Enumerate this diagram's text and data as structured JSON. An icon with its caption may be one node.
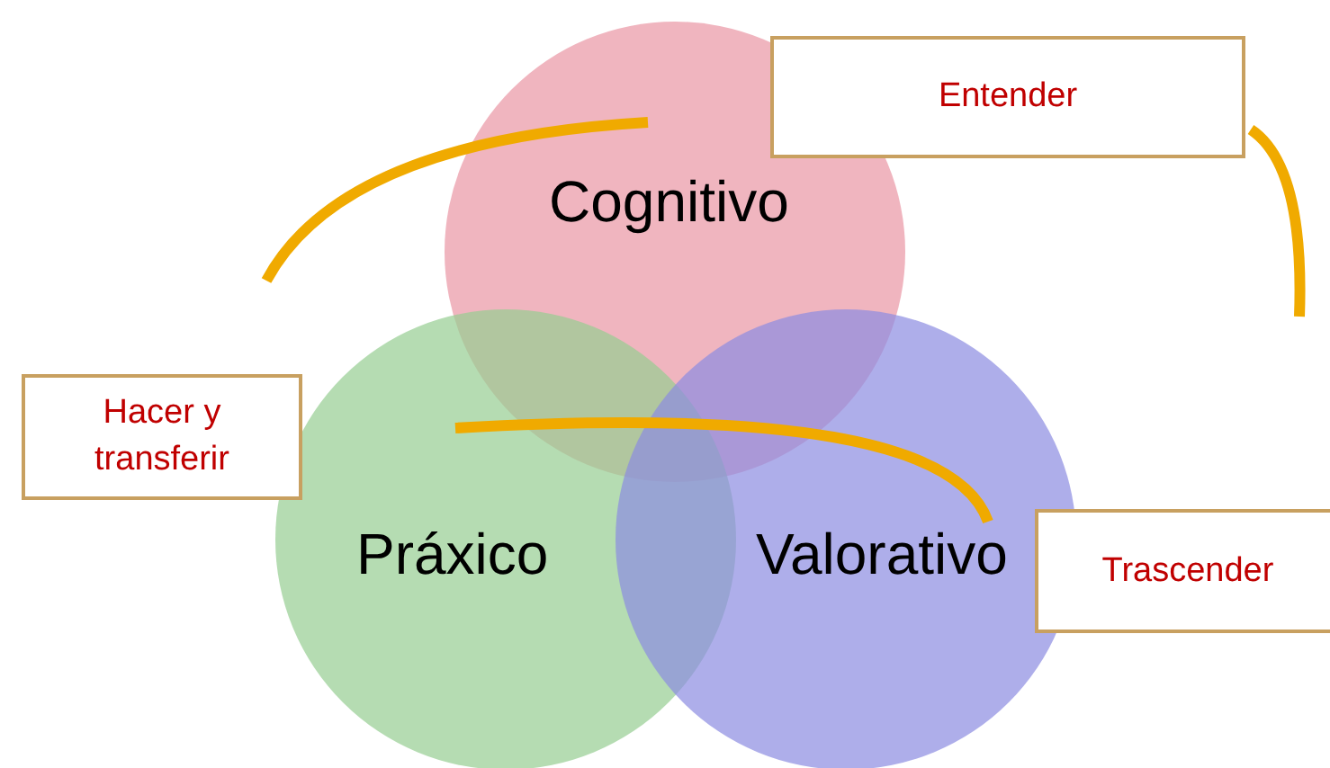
{
  "diagram": {
    "nodes": [
      {
        "text": [
          "Cognitivo"
        ]
      },
      {
        "text": [
          "Práxico"
        ]
      },
      {
        "text": [
          "Valorativo"
        ]
      },
      {
        "text": [
          "Entender"
        ]
      },
      {
        "text": [
          "Hacer y transferir"
        ]
      },
      {
        "text": [
          "Trascender"
        ]
      }
    ],
    "edges": []
  }
}
